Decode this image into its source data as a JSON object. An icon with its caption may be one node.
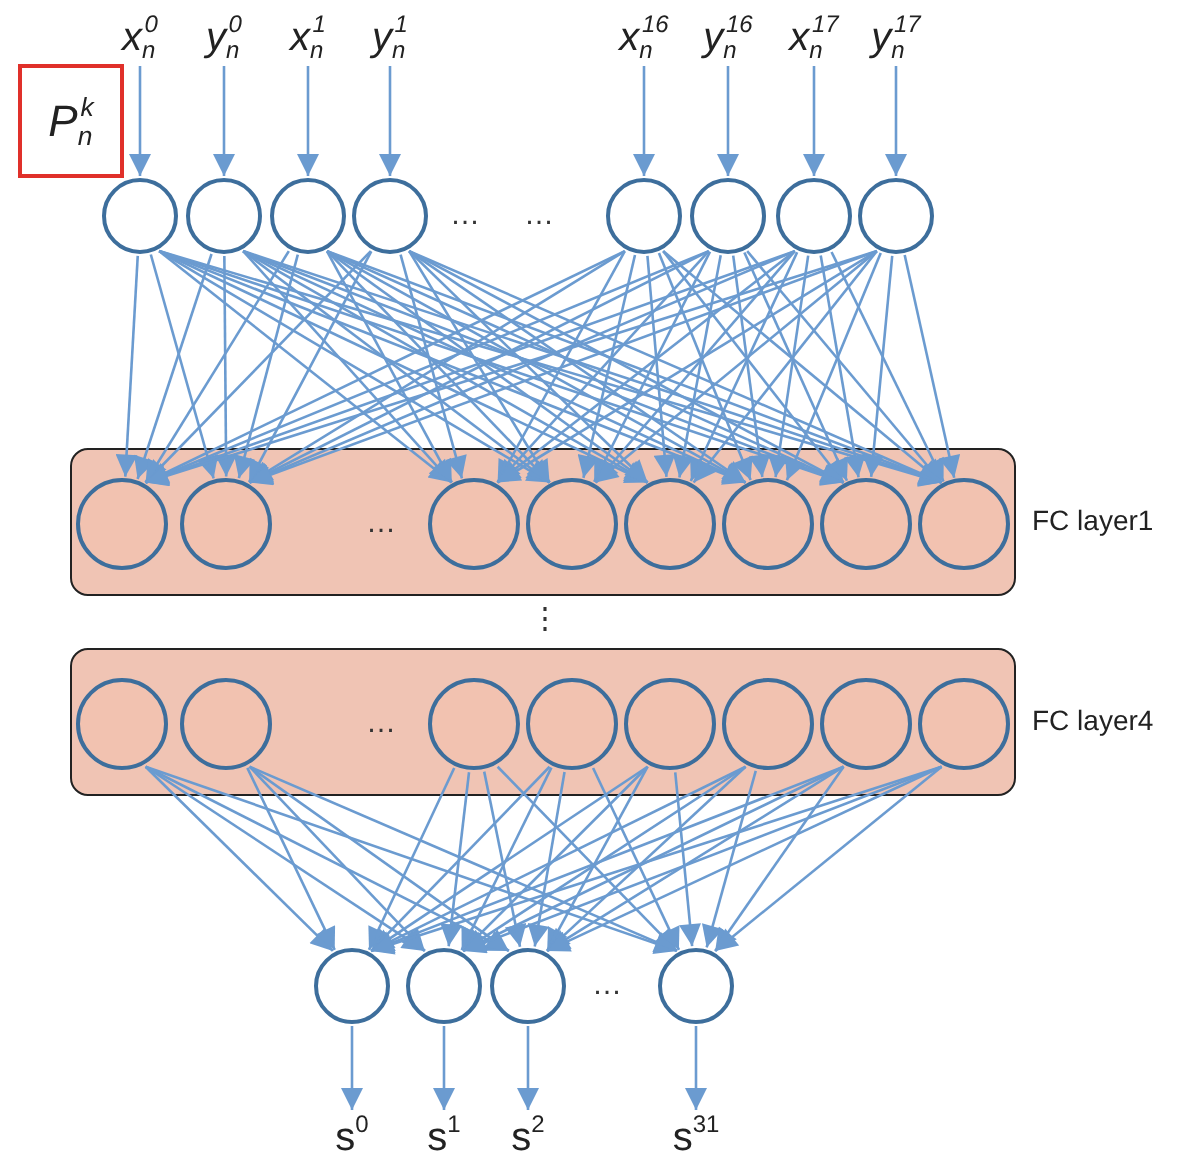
{
  "diagram": {
    "nodes": [
      {
        "text": [
          "P$_{n}$$^{k}$"
        ]
      },
      {
        "text": [
          "x$_{n}$$^{0}$"
        ]
      },
      {
        "text": [
          "y$_{n}$$^{0}$"
        ]
      },
      {
        "text": [
          "x$_{n}$$^{1}$"
        ]
      },
      {
        "text": [
          "y$_{n}$$^{1}$"
        ]
      },
      {
        "text": [
          "x$_{n}$$^{16}$"
        ]
      },
      {
        "text": [
          "y$_{n}$$^{16}$"
        ]
      },
      {
        "text": [
          "x$_{n}$$^{17}$"
        ]
      },
      {
        "text": [
          "y$_{n}$$^{17}$"
        ]
      },
      {
        "text": [],
        "shape": "circle"
      },
      {
        "text": [],
        "shape": "circle"
      },
      {
        "text": [],
        "shape": "circle"
      },
      {
        "text": [],
        "shape": "circle"
      },
      {
        "text": [],
        "shape": "circle"
      },
      {
        "text": [],
        "shape": "circle"
      },
      {
        "text": [],
        "shape": "circle"
      },
      {
        "text": [],
        "shape": "circle"
      },
      {
        "text": [],
        "shape": "box",
        "beside": [
          "FC layer1"
        ]
      },
      {
        "text": [],
        "shape": "circle",
        "in": 17
      },
      {
        "text": [],
        "shape": "circle",
        "in": 17
      },
      {
        "text": [],
        "shape": "circle",
        "in": 17
      },
      {
        "text": [],
        "shape": "circle",
        "in": 17
      },
      {
        "text": [],
        "shape": "circle",
        "in": 17
      },
      {
        "text": [],
        "shape": "circle",
        "in": 17
      },
      {
        "text": [],
        "shape": "circle",
        "in": 17
      },
      {
        "text": [],
        "shape": "circle",
        "in": 17
      },
      {
        "text": [],
        "shape": "box",
        "beside": [
          "FC layer4"
        ]
      },
      {
        "text": [],
        "shape": "circle",
        "in": 26
      },
      {
        "text": [],
        "shape": "circle",
        "in": 26
      },
      {
        "text": [],
        "shape": "circle",
        "in": 26
      },
      {
        "text": [],
        "shape": "circle",
        "in": 26
      },
      {
        "text": [],
        "shape": "circle",
        "in": 26
      },
      {
        "text": [],
        "shape": "circle",
        "in": 26
      },
      {
        "text": [],
        "shape": "circle",
        "in": 26
      },
      {
        "text": [],
        "shape": "circle",
        "in": 26
      },
      {
        "text": [],
        "shape": "circle"
      },
      {
        "text": [],
        "shape": "circle"
      },
      {
        "text": [],
        "shape": "circle"
      },
      {
        "text": [],
        "shape": "circle"
      },
      {
        "text": [
          "s$^{0}$"
        ]
      },
      {
        "text": [
          "s$^{1}$"
        ]
      },
      {
        "text": [
          "s$^{2}$"
        ]
      },
      {
        "text": [
          "s$^{31}$"
        ]
      }
    ],
    "edges": [
      {
        "from": 1,
        "to": 9,
        "arrow": "to"
      },
      {
        "from": 2,
        "to": 10,
        "arrow": "to"
      },
      {
        "from": 3,
        "to": 11,
        "arrow": "to"
      },
      {
        "from": 4,
        "to": 12,
        "arrow": "to"
      },
      {
        "from": 5,
        "to": 13,
        "arrow": "to"
      },
      {
        "from": 6,
        "to": 14,
        "arrow": "to"
      },
      {
        "from": 7,
        "to": 15,
        "arrow": "to"
      },
      {
        "from": 8,
        "to": 16,
        "arrow": "to"
      },
      {
        "from": 9,
        "to": 18,
        "arrow": "to"
      },
      {
        "from": 9,
        "to": 19,
        "arrow": "to"
      },
      {
        "from": 9,
        "to": 20,
        "arrow": "to"
      },
      {
        "from": 9,
        "to": 21,
        "arrow": "to"
      },
      {
        "from": 9,
        "to": 22,
        "arrow": "to"
      },
      {
        "from": 9,
        "to": 23,
        "arrow": "to"
      },
      {
        "from": 9,
        "to": 24,
        "arrow": "to"
      },
      {
        "from": 9,
        "to": 25,
        "arrow": "to"
      },
      {
        "from": 10,
        "to": 18,
        "arrow": "to"
      },
      {
        "from": 10,
        "to": 19,
        "arrow": "to"
      },
      {
        "from": 10,
        "to": 20,
        "arrow": "to"
      },
      {
        "from": 10,
        "to": 21,
        "arrow": "to"
      },
      {
        "from": 10,
        "to": 22,
        "arrow": "to"
      },
      {
        "from": 10,
        "to": 23,
        "arrow": "to"
      },
      {
        "from": 10,
        "to": 24,
        "arrow": "to"
      },
      {
        "from": 10,
        "to": 25,
        "arrow": "to"
      },
      {
        "from": 11,
        "to": 18,
        "arrow": "to"
      },
      {
        "from": 11,
        "to": 19,
        "arrow": "to"
      },
      {
        "from": 11,
        "to": 20,
        "arrow": "to"
      },
      {
        "from": 11,
        "to": 21,
        "arrow": "to"
      },
      {
        "from": 11,
        "to": 22,
        "arrow": "to"
      },
      {
        "from": 11,
        "to": 23,
        "arrow": "to"
      },
      {
        "from": 11,
        "to": 24,
        "arrow": "to"
      },
      {
        "from": 11,
        "to": 25,
        "arrow": "to"
      },
      {
        "from": 12,
        "to": 18,
        "arrow": "to"
      },
      {
        "from": 12,
        "to": 19,
        "arrow": "to"
      },
      {
        "from": 12,
        "to": 20,
        "arrow": "to"
      },
      {
        "from": 12,
        "to": 21,
        "arrow": "to"
      },
      {
        "from": 12,
        "to": 22,
        "arrow": "to"
      },
      {
        "from": 12,
        "to": 23,
        "arrow": "to"
      },
      {
        "from": 12,
        "to": 24,
        "arrow": "to"
      },
      {
        "from": 12,
        "to": 25,
        "arrow": "to"
      },
      {
        "from": 13,
        "to": 18,
        "arrow": "to"
      },
      {
        "from": 13,
        "to": 19,
        "arrow": "to"
      },
      {
        "from": 13,
        "to": 20,
        "arrow": "to"
      },
      {
        "from": 13,
        "to": 21,
        "arrow": "to"
      },
      {
        "from": 13,
        "to": 22,
        "arrow": "to"
      },
      {
        "from": 13,
        "to": 23,
        "arrow": "to"
      },
      {
        "from": 13,
        "to": 24,
        "arrow": "to"
      },
      {
        "from": 13,
        "to": 25,
        "arrow": "to"
      },
      {
        "from": 14,
        "to": 18,
        "arrow": "to"
      },
      {
        "from": 14,
        "to": 19,
        "arrow": "to"
      },
      {
        "from": 14,
        "to": 20,
        "arrow": "to"
      },
      {
        "from": 14,
        "to": 21,
        "arrow": "to"
      },
      {
        "from": 14,
        "to": 22,
        "arrow": "to"
      },
      {
        "from": 14,
        "to": 23,
        "arrow": "to"
      },
      {
        "from": 14,
        "to": 24,
        "arrow": "to"
      },
      {
        "from": 14,
        "to": 25,
        "arrow": "to"
      },
      {
        "from": 15,
        "to": 18,
        "arrow": "to"
      },
      {
        "from": 15,
        "to": 19,
        "arrow": "to"
      },
      {
        "from": 15,
        "to": 20,
        "arrow": "to"
      },
      {
        "from": 15,
        "to": 21,
        "arrow": "to"
      },
      {
        "from": 15,
        "to": 22,
        "arrow": "to"
      },
      {
        "from": 15,
        "to": 23,
        "arrow": "to"
      },
      {
        "from": 15,
        "to": 24,
        "arrow": "to"
      },
      {
        "from": 15,
        "to": 25,
        "arrow": "to"
      },
      {
        "from": 16,
        "to": 18,
        "arrow": "to"
      },
      {
        "from": 16,
        "to": 19,
        "arrow": "to"
      },
      {
        "from": 16,
        "to": 20,
        "arrow": "to"
      },
      {
        "from": 16,
        "to": 21,
        "arrow": "to"
      },
      {
        "from": 16,
        "to": 22,
        "arrow": "to"
      },
      {
        "from": 16,
        "to": 23,
        "arrow": "to"
      },
      {
        "from": 16,
        "to": 24,
        "arrow": "to"
      },
      {
        "from": 16,
        "to": 25,
        "arrow": "to"
      },
      {
        "from": 27,
        "to": 35,
        "arrow": "to"
      },
      {
        "from": 27,
        "to": 36,
        "arrow": "to"
      },
      {
        "from": 27,
        "to": 37,
        "arrow": "to"
      },
      {
        "from": 27,
        "to": 38,
        "arrow": "to"
      },
      {
        "from": 28,
        "to": 35,
        "arrow": "to"
      },
      {
        "from": 28,
        "to": 36,
        "arrow": "to"
      },
      {
        "from": 28,
        "to": 37,
        "arrow": "to"
      },
      {
        "from": 28,
        "to": 38,
        "arrow": "to"
      },
      {
        "from": 29,
        "to": 35,
        "arrow": "to"
      },
      {
        "from": 29,
        "to": 36,
        "arrow": "to"
      },
      {
        "from": 29,
        "to": 37,
        "arrow": "to"
      },
      {
        "from": 29,
        "to": 38,
        "arrow": "to"
      },
      {
        "from": 30,
        "to": 35,
        "arrow": "to"
      },
      {
        "from": 30,
        "to": 36,
        "arrow": "to"
      },
      {
        "from": 30,
        "to": 37,
        "arrow": "to"
      },
      {
        "from": 30,
        "to": 38,
        "arrow": "to"
      },
      {
        "from": 31,
        "to": 35,
        "arrow": "to"
      },
      {
        "from": 31,
        "to": 36,
        "arrow": "to"
      },
      {
        "from": 31,
        "to": 37,
        "arrow": "to"
      },
      {
        "from": 31,
        "to": 38,
        "arrow": "to"
      },
      {
        "from": 32,
        "to": 35,
        "arrow": "to"
      },
      {
        "from": 32,
        "to": 36,
        "arrow": "to"
      },
      {
        "from": 32,
        "to": 37,
        "arrow": "to"
      },
      {
        "from": 32,
        "to": 38,
        "arrow": "to"
      },
      {
        "from": 33,
        "to": 35,
        "arrow": "to"
      },
      {
        "from": 33,
        "to": 36,
        "arrow": "to"
      },
      {
        "from": 33,
        "to": 37,
        "arrow": "to"
      },
      {
        "from": 33,
        "to": 38,
        "arrow": "to"
      },
      {
        "from": 34,
        "to": 35,
        "arrow": "to"
      },
      {
        "from": 34,
        "to": 36,
        "arrow": "to"
      },
      {
        "from": 34,
        "to": 37,
        "arrow": "to"
      },
      {
        "from": 34,
        "to": 38,
        "arrow": "to"
      },
      {
        "from": 35,
        "to": 39,
        "arrow": "to"
      },
      {
        "from": 36,
        "to": 40,
        "arrow": "to"
      },
      {
        "from": 37,
        "to": 41,
        "arrow": "to"
      },
      {
        "from": 38,
        "to": 42,
        "arrow": "to"
      }
    ],
    "labels": [
      "…",
      "…",
      "…",
      "⋮",
      "…",
      "…"
    ]
  }
}
